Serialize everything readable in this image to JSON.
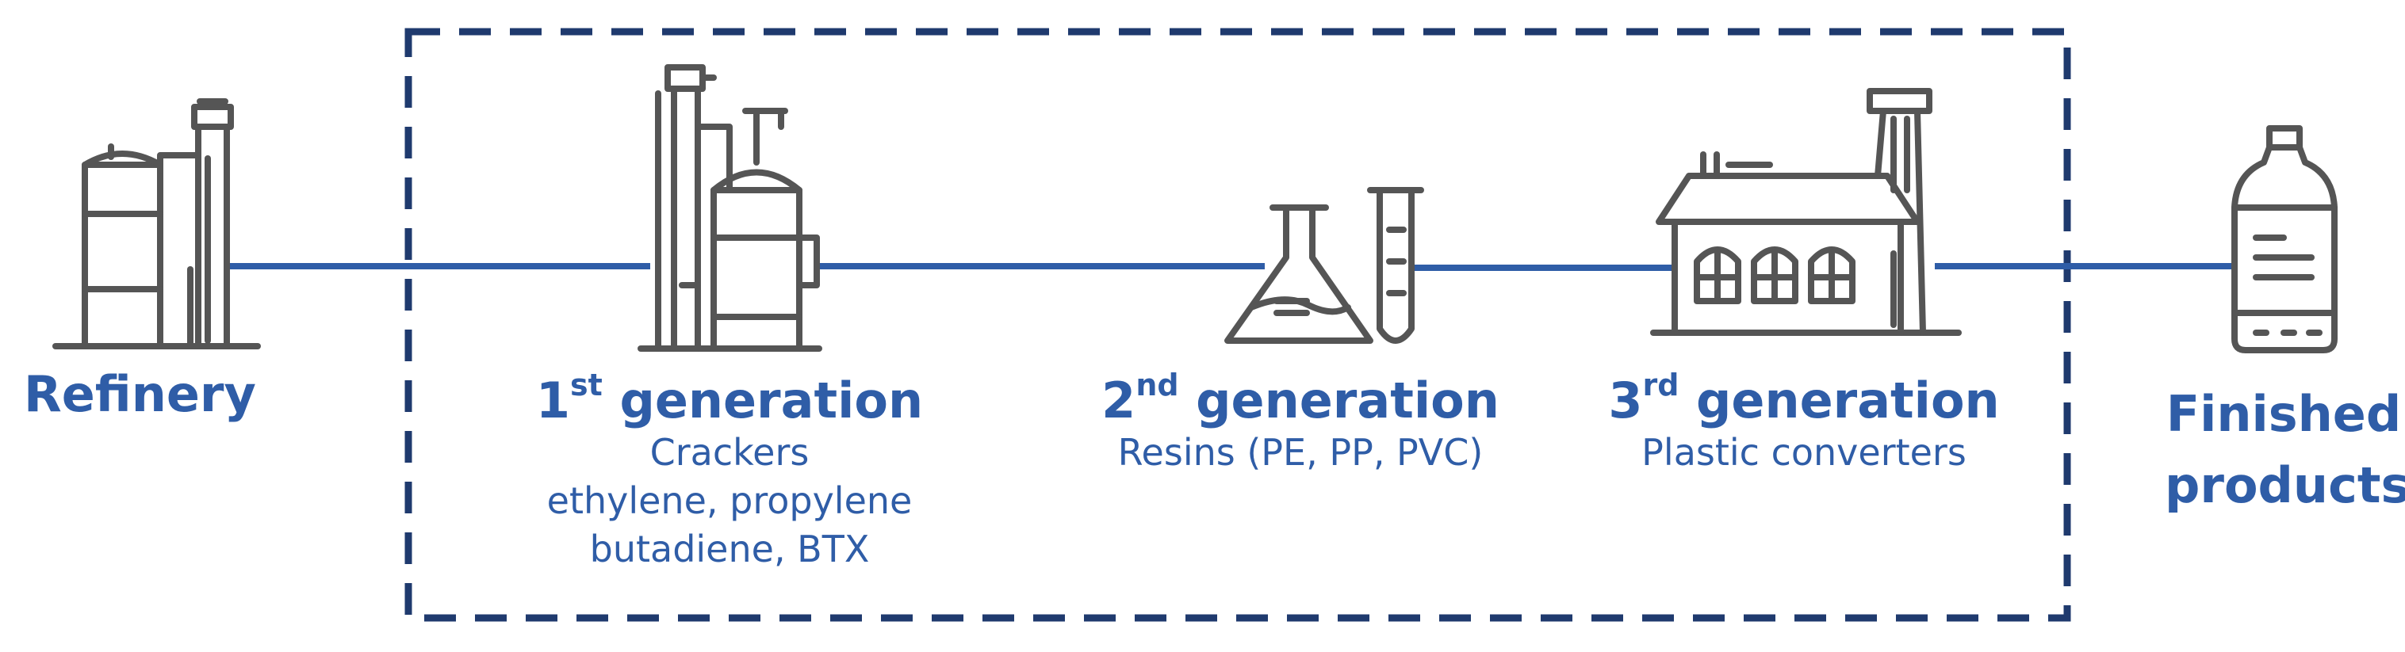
{
  "colors": {
    "line": "#2f5da7",
    "dashed_box": "#1f3a6e",
    "icons": "#555555",
    "text": "#2f5da7"
  },
  "nodes": {
    "refinery": {
      "label": "Refinery",
      "icon": "refinery-icon"
    },
    "gen1": {
      "ordinal": "1",
      "suffix": "st",
      "word": "generation",
      "lines": [
        "Crackers",
        "ethylene, propylene",
        "butadiene, BTX"
      ],
      "icon": "cracker-plant-icon"
    },
    "gen2": {
      "ordinal": "2",
      "suffix": "nd",
      "word": "generation",
      "lines": [
        "Resins (PE, PP, PVC)"
      ],
      "icon": "flask-and-test-tube-icon"
    },
    "gen3": {
      "ordinal": "3",
      "suffix": "rd",
      "word": "generation",
      "lines": [
        "Plastic converters"
      ],
      "icon": "factory-icon"
    },
    "finished": {
      "label_line1": "Finished",
      "label_line2": "products",
      "icon": "bottle-icon"
    }
  }
}
